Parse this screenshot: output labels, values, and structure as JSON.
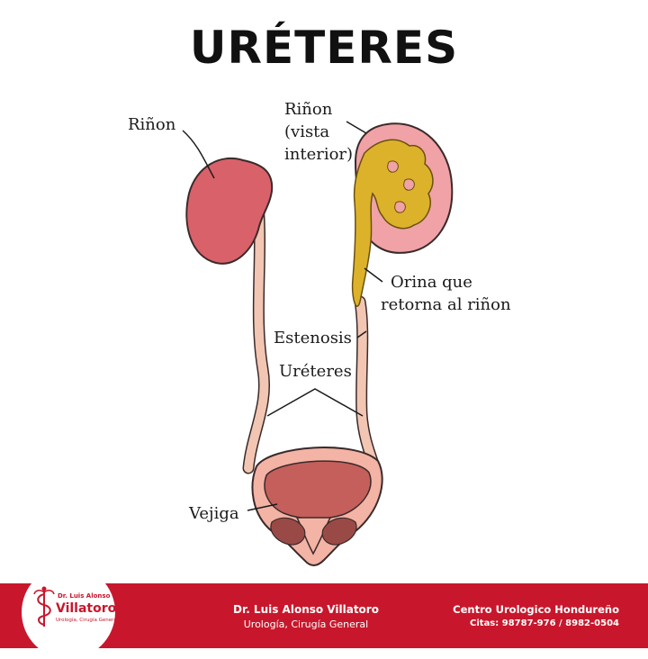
{
  "title": "URÉTERES",
  "labels": {
    "kidney": "Riñon",
    "kidney_interior": [
      "Riñon",
      "(vista",
      "interior)"
    ],
    "urine_return": [
      "Orina que",
      "retorna al riñon"
    ],
    "stenosis": "Estenosis",
    "ureters": "Uréteres",
    "bladder": "Vejiga"
  },
  "logo": {
    "name_small": "Dr. Luis Alonso",
    "name_big": "Villatoro",
    "subtitle": "Urología, Cirugía General"
  },
  "footer": {
    "doctor_name": "Dr. Luis Alonso Villatoro",
    "doctor_specialty": "Urología, Cirugía General",
    "center_name": "Centro Urologico Hondureño",
    "center_contact": "Citas: 98787-976 / 8982-0504"
  },
  "colors": {
    "kidney": "#d9616a",
    "kidney_interior": "#f0a2a6",
    "urine": "#ddb22b",
    "ureter": "#f2c6b2",
    "bladder_outer": "#f3b3a5",
    "bladder_inner": "#c45f5b",
    "footer": "#c8172c"
  }
}
